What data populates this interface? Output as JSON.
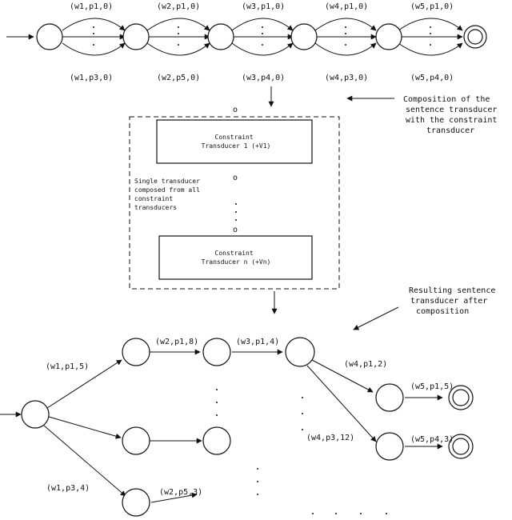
{
  "top": {
    "arc_labels_upper": [
      "(w1,p1,0)",
      "(w2,p1,0)",
      "(w3,p1,0)",
      "(w4,p1,0)",
      "(w5,p1,0)"
    ],
    "arc_labels_lower": [
      "(w1,p3,0)",
      "(w2,p5,0)",
      "(w3,p4,0)",
      "(w4,p3,0)",
      "(w5,p4,0)"
    ]
  },
  "composition": {
    "operator": "o",
    "note_lines": [
      "Composition of the",
      "sentence transducer",
      "with the constraint",
      "transducer"
    ]
  },
  "constraints": {
    "box1_lines": [
      "Constraint",
      "Transducer 1 (+V1)"
    ],
    "boxn_lines": [
      "Constraint",
      "Transducer n (+Vn)"
    ],
    "single_lines": [
      "Single transducer",
      "composed from all",
      "constraint",
      "transducers"
    ]
  },
  "result": {
    "note_lines": [
      "Resulting sentence",
      "transducer after",
      "composition"
    ],
    "labels": {
      "w1p1": "(w1,p1,5)",
      "w2p1": "(w2,p1,8)",
      "w3p1": "(w3,p1,4)",
      "w4p1": "(w4,p1,2)",
      "w5p1": "(w5,p1,5)",
      "w4p3": "(w4,p3,12)",
      "w5p4": "(w5,p4,3)",
      "w1p3": "(w1,p3,4)",
      "w2p5": "(w2,p5,3)"
    }
  }
}
